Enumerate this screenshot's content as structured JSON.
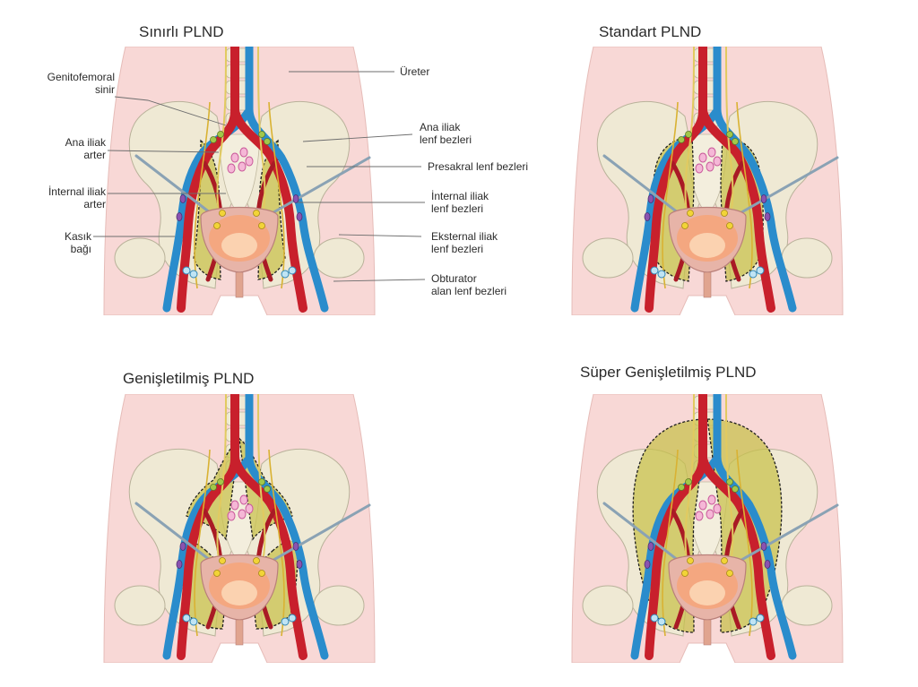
{
  "panels": [
    {
      "title": "Sınırlı PLND",
      "extent": "limited"
    },
    {
      "title": "Standart PLND",
      "extent": "standard"
    },
    {
      "title": "Genişletilmiş PLND",
      "extent": "extended"
    },
    {
      "title": "Süper Genişletilmiş PLND",
      "extent": "super-extended"
    }
  ],
  "labels": {
    "ureter": "Üreter",
    "genitofemoral": [
      "Genitofemoral",
      "sinir"
    ],
    "common_iliac_artery": [
      "Ana iliak",
      "arter"
    ],
    "internal_iliac_artery": [
      "İnternal iliak",
      "arter"
    ],
    "inguinal_ligament": [
      "Kasık",
      "bağı"
    ],
    "common_iliac_nodes": [
      "Ana iliak",
      "lenf bezleri"
    ],
    "presacral_nodes": "Presakral lenf bezleri",
    "internal_iliac_nodes": [
      "İnternal iliak",
      "lenf bezleri"
    ],
    "external_iliac_nodes": [
      "Eksternal iliak",
      "lenf bezleri"
    ],
    "obturator_nodes": [
      "Obturator",
      "alan lenf bezleri"
    ]
  },
  "colors": {
    "skin": "#f8d8d6",
    "bone": "#efe9d4",
    "artery": "#c8202c",
    "vein": "#2a8ccc",
    "dissection": "#c8c14a",
    "bladder": "#f4a780",
    "node": "#8a53b0"
  }
}
